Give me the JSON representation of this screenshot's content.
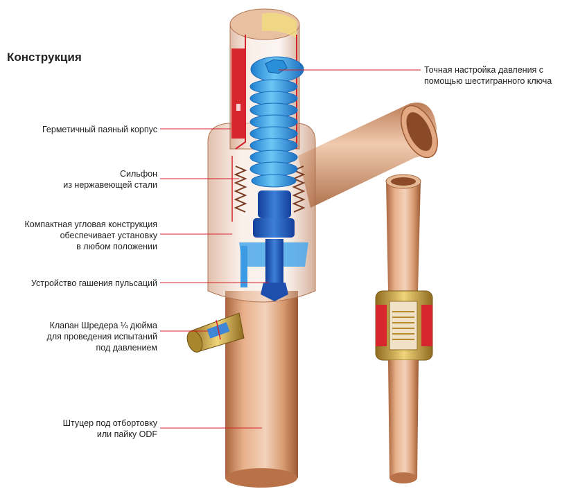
{
  "title": "Конструкция",
  "labels": {
    "pressure_setting": [
      "Точная настройка давления с",
      "помощью шестигранного ключа"
    ],
    "housing": [
      "Герметичный паяный корпус"
    ],
    "bellows": [
      "Сильфон",
      "из нержавеющей стали"
    ],
    "angle_design": [
      "Компактная угловая конструкция",
      "обеспечивает установку",
      "в любом положении"
    ],
    "damping": [
      "Устройство гашения пульсаций"
    ],
    "schrader": [
      "Клапан Шредера ¼ дюйма",
      "для проведения испытаний",
      "под давлением"
    ],
    "fitting": [
      "Штуцер под отбортовку",
      "или пайку ODF"
    ]
  },
  "colors": {
    "copper": "#c98a5c",
    "copper_dark": "#9c5a33",
    "blue": "#2f9fe0",
    "blue_dark": "#1e5fb8",
    "red_line": "#d4202a",
    "brass": "#c9a23a",
    "label_red": "#d8262e"
  }
}
